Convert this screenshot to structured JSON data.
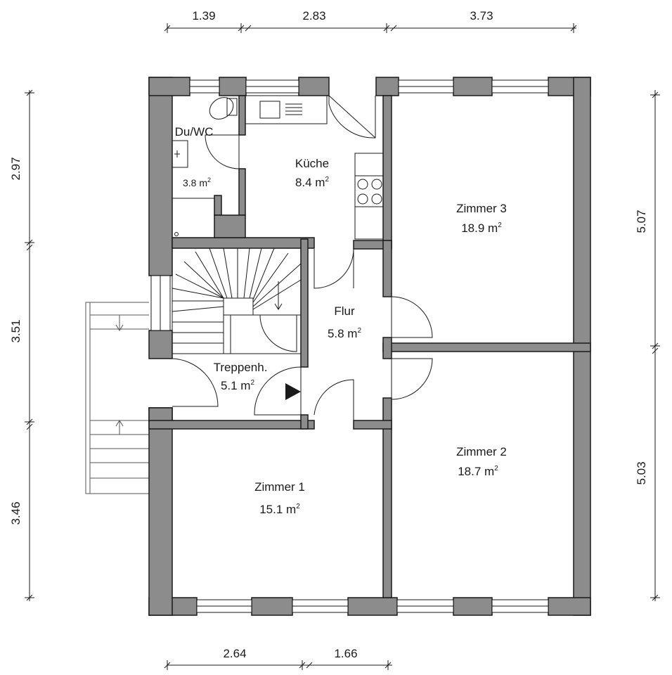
{
  "colors": {
    "wall": "#8c8c8c",
    "wall_stroke": "#1a1a1a",
    "background": "#ffffff",
    "line": "#1a1a1a"
  },
  "rooms": {
    "bath": {
      "name": "Du/WC",
      "area": "3.8 m",
      "sup": "2"
    },
    "kitchen": {
      "name": "Küche",
      "area": "8.4 m",
      "sup": "2"
    },
    "room3": {
      "name": "Zimmer 3",
      "area": "18.9 m",
      "sup": "2"
    },
    "hall": {
      "name": "Flur",
      "area": "5.8 m",
      "sup": "2"
    },
    "stairs": {
      "name": "Treppenh.",
      "area": "5.1 m",
      "sup": "2"
    },
    "room2": {
      "name": "Zimmer 2",
      "area": "18.7 m",
      "sup": "2"
    },
    "room1": {
      "name": "Zimmer 1",
      "area": "15.1 m",
      "sup": "2"
    }
  },
  "dimensions": {
    "top": [
      "1.39",
      "2.83",
      "3.73"
    ],
    "bottom": [
      "2.64",
      "1.66"
    ],
    "left": [
      "2.97",
      "3.51",
      "3.46"
    ],
    "right": [
      "5.07",
      "5.03"
    ]
  },
  "icons": {
    "entrance": "entrance-arrow-icon"
  }
}
